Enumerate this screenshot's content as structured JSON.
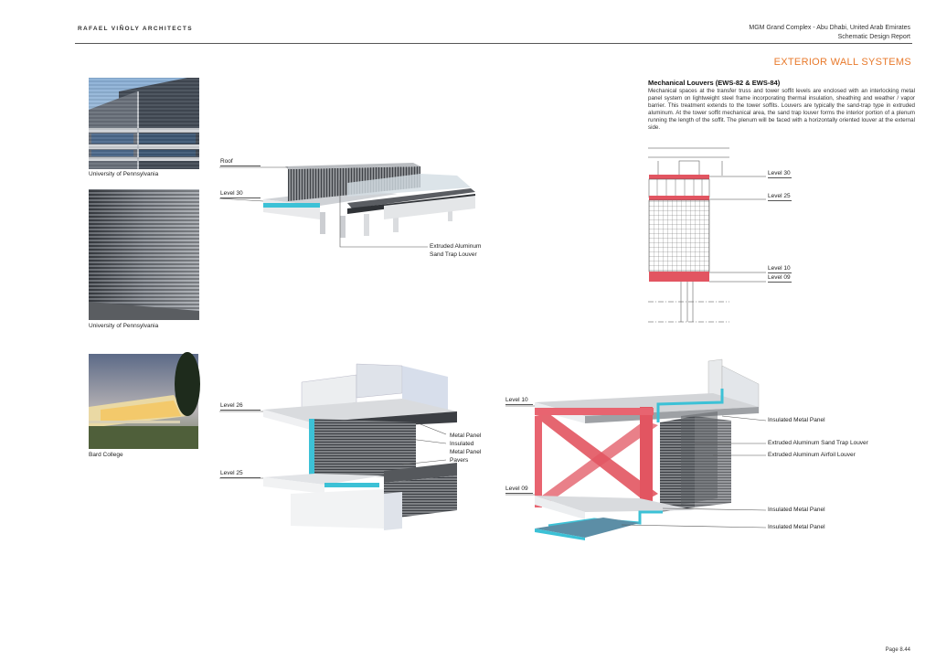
{
  "header": {
    "firm": "RAFAEL VIÑOLY ARCHITECTS",
    "project": "MGM Grand Complex - Abu Dhabi, United Arab Emirates",
    "report": "Schematic Design Report"
  },
  "section_title": "EXTERIOR WALL SYSTEMS",
  "intro": {
    "heading": "Mechanical Louvers (EWS-82 & EWS-84)",
    "body": "Mechanical spaces at the transfer truss and tower soffit levels are enclosed with an interlocking metal panel system on lightweight steel frame incorporating thermal insulation, sheathing and weather / vapor barrier.  This treatment extends to the tower soffits.  Louvers are typically the sand-trap type in extruded aluminum.  At the tower soffit mechanical area, the sand trap louver forms the interior portion of a plenum running the length of the soffit.  The plenum will be faced with a horizontally oriented louver at the external side."
  },
  "photos": [
    {
      "caption": "University of Pennsylvania"
    },
    {
      "caption": "University of Pennsylvania"
    },
    {
      "caption": "Bard College"
    }
  ],
  "diagram_top": {
    "level_roof": "Roof",
    "level_30": "Level 30",
    "callout": [
      "Extruded Aluminum",
      "Sand Trap Louver"
    ]
  },
  "elevation": {
    "levels": [
      "Level 30",
      "Level 25",
      "Level 10",
      "Level 09"
    ]
  },
  "diagram_bottom_left": {
    "level_26": "Level 26",
    "level_25": "Level 25",
    "callouts": [
      "Metal Panel",
      "Insulated",
      "Metal Panel",
      "Pavers"
    ]
  },
  "diagram_bottom_right": {
    "level_10": "Level 10",
    "level_09": "Level 09",
    "callouts": [
      "Insulated Metal Panel",
      "Extruded Aluminum Sand Trap Louver",
      "Extruded Aluminum Airfoil Louver",
      "Insulated Metal Panel",
      "Insulated Metal Panel"
    ]
  },
  "footer": {
    "page": "Page 8.44"
  },
  "colors": {
    "accent": "#e8792b",
    "structure": "#e25561",
    "insulation": "#3cc1d6"
  }
}
